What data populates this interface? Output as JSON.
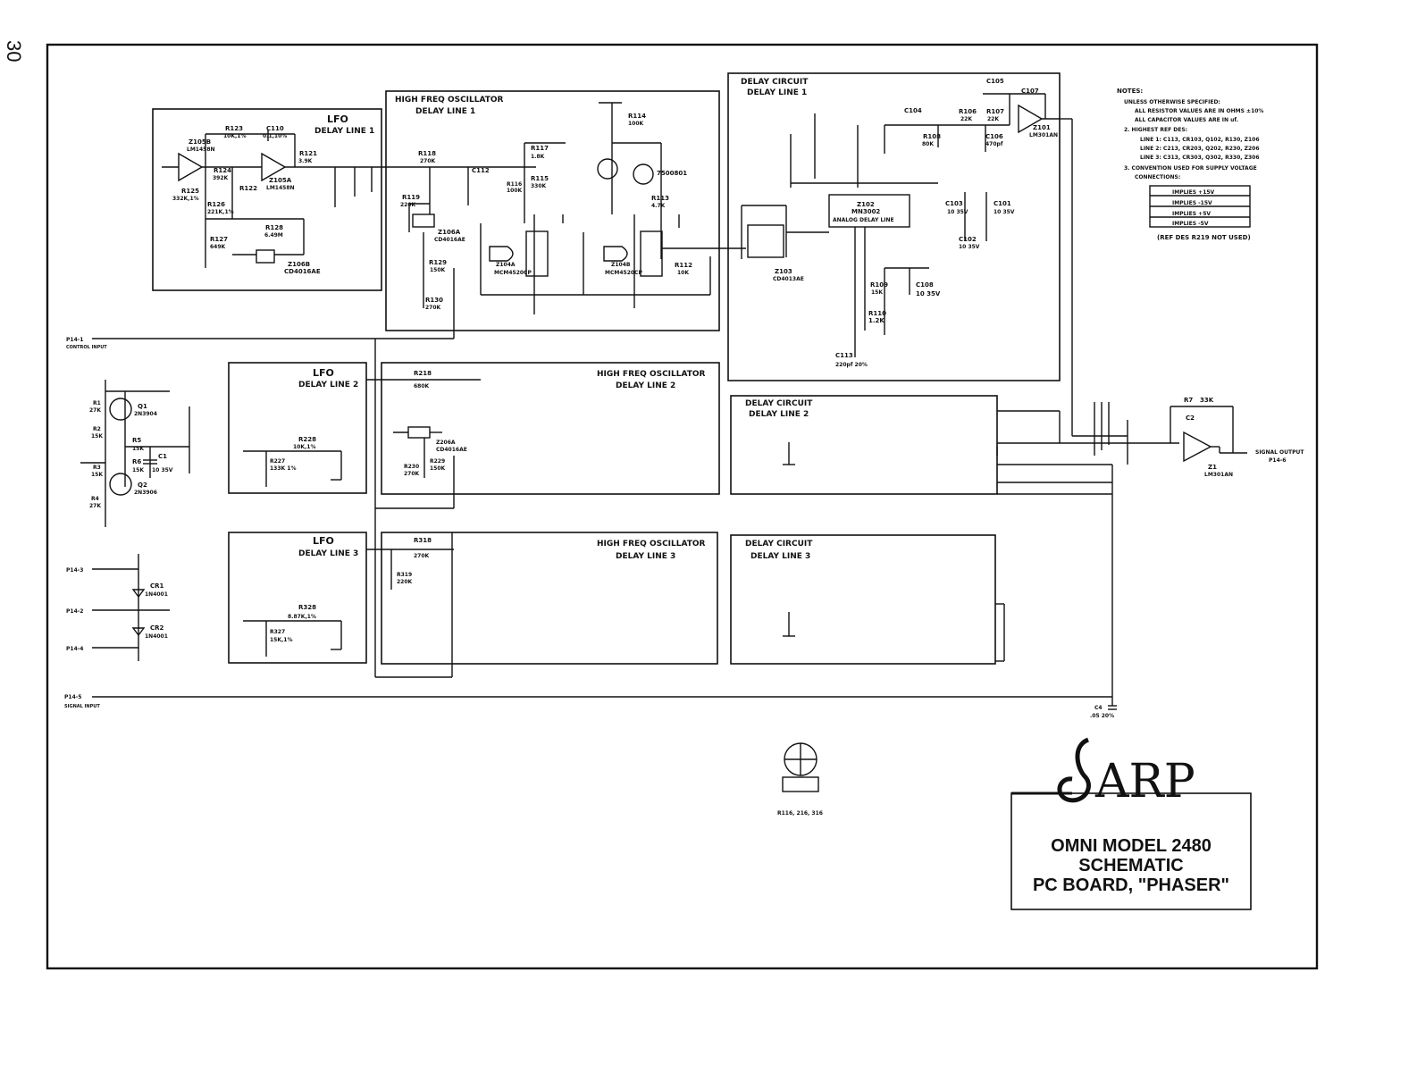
{
  "page_number": "30",
  "blocks": {
    "lfo1": {
      "title": "LFO",
      "sub": "DELAY LINE 1"
    },
    "lfo2": {
      "title": "LFO",
      "sub": "DELAY LINE 2"
    },
    "lfo3": {
      "title": "LFO",
      "sub": "DELAY LINE 3"
    },
    "hfo1": {
      "title": "HIGH FREQ OSCILLATOR",
      "sub": "DELAY LINE 1"
    },
    "hfo2": {
      "title": "HIGH FREQ OSCILLATOR",
      "sub": "DELAY LINE 2"
    },
    "hfo3": {
      "title": "HIGH FREQ OSCILLATOR",
      "sub": "DELAY LINE 3"
    },
    "dc1": {
      "title": "DELAY CIRCUIT",
      "sub": "DELAY LINE 1"
    },
    "dc2": {
      "title": "DELAY CIRCUIT",
      "sub": "DELAY LINE 2"
    },
    "dc3": {
      "title": "DELAY CIRCUIT",
      "sub": "DELAY LINE 3"
    }
  },
  "ports": {
    "p1": "P14-1",
    "p1_sub": "CONTROL INPUT",
    "p3": "P14-3",
    "p2": "P14-2",
    "p4": "P14-4",
    "p5": "P14-5",
    "p5_sub": "SIGNAL INPUT",
    "out": "SIGNAL OUTPUT",
    "out_sub": "P14-6"
  },
  "components": {
    "r123": "R123",
    "r123v": "10K,1%",
    "c110": "C110",
    "c110v": "0.1,10%",
    "z105b": "Z105B",
    "z105b_v": "LM1458N",
    "r121": "R121",
    "r121v": "3.9K",
    "z105a": "Z105A",
    "z105a_v": "LM1458N",
    "r124": "R124",
    "r124v": "392K",
    "r122": "R122",
    "r125": "R125",
    "r125v": "332K,1%",
    "r126": "R126",
    "r126v": "221K,1%",
    "r127": "R127",
    "r127v": "649K",
    "r128": "R128",
    "r128v": "6.49M",
    "z106b": "Z106B",
    "z106b_v": "CD4016AE",
    "r118": "R118",
    "r118v": "270K",
    "r119": "R119",
    "r119v": "220K",
    "z106a": "Z106A",
    "z106a_v": "CD4016AE",
    "r129": "R129",
    "r129v": "150K",
    "r130": "R130",
    "r130v": "270K",
    "c112": "C112",
    "r117": "R117",
    "r117v": "1.8K",
    "r116": "R116",
    "r116v": "100K",
    "r115": "R115",
    "r115v": "330K",
    "r114": "R114",
    "r114v": "100K",
    "q101": "7500801",
    "r113": "R113",
    "r113v": "4.7K",
    "z104a": "Z104A",
    "z104a_v": "MCM4520CP",
    "z104b": "Z104B",
    "z104b_v": "MCM4520CP",
    "r112": "R112",
    "r112v": "10K",
    "c104": "C104",
    "c105": "C105",
    "c107": "C107",
    "r106": "R106",
    "r106v": "22K",
    "r107": "R107",
    "r107v": "22K",
    "z101": "Z101",
    "z101v": "LM301AN",
    "r108": "R108",
    "r108v": "80K",
    "c106": "C106",
    "c106v": "470pf",
    "z102": "Z102",
    "z102v": "MN3002",
    "z102d": "ANALOG DELAY LINE",
    "c103": "C103",
    "c103v": "10 35V",
    "c101": "C101",
    "c101v": "10 35V",
    "c102": "C102",
    "c102v": "10 35V",
    "z103": "Z103",
    "z103v": "CD4013AE",
    "r109": "R109",
    "r109v": "15K",
    "c108": "C108",
    "c108v": "10 35V",
    "r110": "R110",
    "r110v": "1.2K",
    "c113": "C113",
    "c113v": "220pf 20%",
    "q1": "Q1",
    "q1v": "2N3904",
    "q2": "Q2",
    "q2v": "2N3906",
    "r1": "R1",
    "r1v": "27K",
    "r2": "R2",
    "r2v": "15K",
    "r3": "R3",
    "r3v": "15K",
    "r4": "R4",
    "r4v": "27K",
    "r5": "R5",
    "r5v": "15K",
    "r6": "R6",
    "r6v": "15K",
    "c1": "C1",
    "c1v": "10 35V",
    "cr1": "CR1",
    "cr1v": "1N4001",
    "cr2": "CR2",
    "cr2v": "1N4001",
    "r228": "R228",
    "r228v": "10K,1%",
    "r227": "R227",
    "r227v": "133K 1%",
    "r218": "R218",
    "r218v": "680K",
    "z206a": "Z206A",
    "z206a_v": "CD4016AE",
    "r230": "R230",
    "r230v": "270K",
    "r229": "R229",
    "r229v": "150K",
    "r328": "R328",
    "r328v": "8.87K,1%",
    "r327": "R327",
    "r327v": "15K,1%",
    "r318": "R318",
    "r318v": "270K",
    "r319": "R319",
    "r319v": "220K",
    "r7": "R7",
    "r7v": "33K",
    "c2": "C2",
    "z1": "Z1",
    "z1v": "LM301AN",
    "c4": "C4",
    "c4v": ".05 20%",
    "pot": "R116, 216, 316"
  },
  "notes": {
    "heading": "NOTES:",
    "lines": [
      "UNLESS OTHERWISE SPECIFIED:",
      "ALL RESISTOR VALUES ARE IN OHMS ±10%",
      "ALL CAPACITOR VALUES ARE IN uf.",
      "2. HIGHEST REF DES:",
      "LINE 1: C113, CR103, Q102, R130, Z106",
      "LINE 2: C213, CR203, Q202, R230, Z206",
      "LINE 3: C313, CR303, Q302, R330, Z306",
      "3. CONVENTION USED FOR SUPPLY VOLTAGE",
      "CONNECTIONS:"
    ],
    "supply_rows": [
      "IMPLIES +15V",
      "IMPLIES -15V",
      "IMPLIES +5V",
      "IMPLIES -5V"
    ],
    "footer": "(REF DES R219 NOT USED)"
  },
  "logo_text": "ARP",
  "title_block": {
    "line1": "OMNI MODEL 2480",
    "line2": "SCHEMATIC",
    "line3": "PC BOARD, \"PHASER\""
  }
}
